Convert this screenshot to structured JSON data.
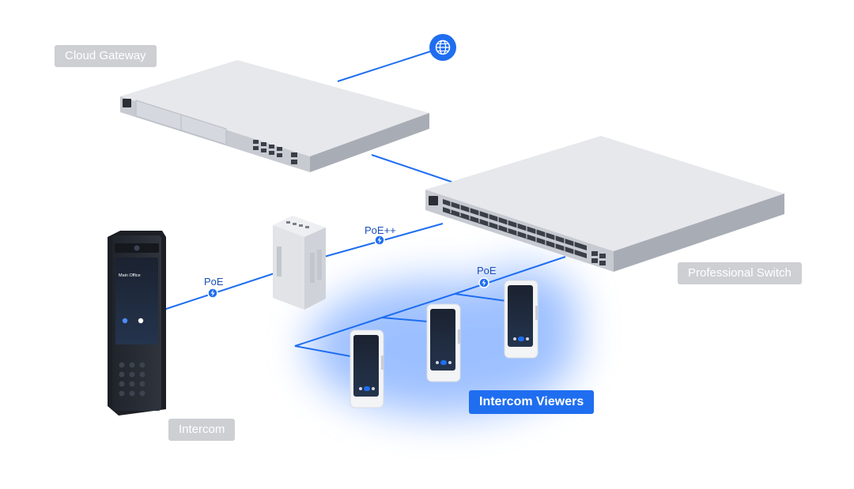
{
  "labels": {
    "cloud_gateway": "Cloud Gateway",
    "professional_switch": "Professional Switch",
    "intercom": "Intercom",
    "intercom_viewers": "Intercom Viewers"
  },
  "connections": {
    "poe_plus_plus": "PoE++",
    "poe_intercom": "PoE",
    "poe_viewers": "PoE"
  },
  "intercom_screen": {
    "title": "Main Office"
  },
  "icons": [
    "globe-icon",
    "power-bolt-icon"
  ],
  "colors": {
    "link": "#1f6ef0",
    "label_grey": "#cdcfd3",
    "device_silver": "#c9ccd3",
    "glow": "#4d8cff"
  }
}
